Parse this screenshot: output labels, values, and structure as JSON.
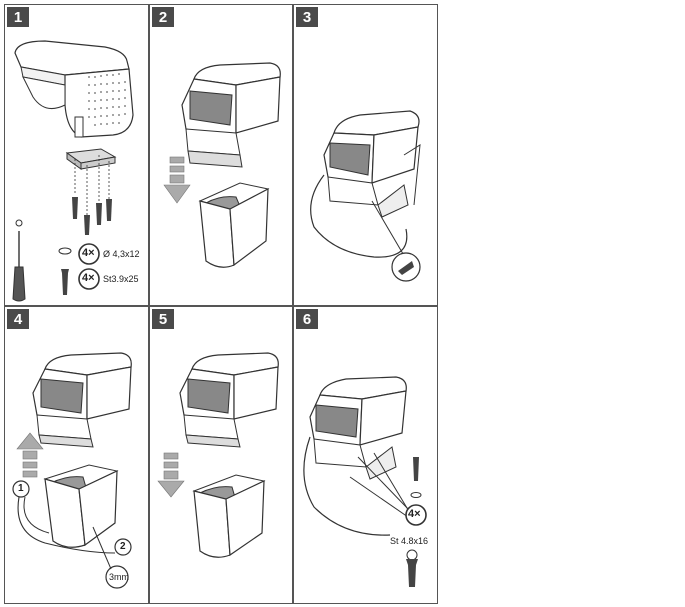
{
  "panels": [
    {
      "number": "1"
    },
    {
      "number": "2"
    },
    {
      "number": "3"
    },
    {
      "number": "4"
    },
    {
      "number": "5"
    },
    {
      "number": "6"
    }
  ],
  "step1": {
    "screw_count_a": "4×",
    "screw_spec_a": "Ø 4,3x12",
    "screw_count_b": "4×",
    "screw_spec_b": "St3.9x25"
  },
  "step4": {
    "callout_1": "1",
    "callout_2": "2",
    "gap_label": "3mm"
  },
  "step6": {
    "screw_count": "4×",
    "screw_spec": "St 4.8x16"
  },
  "colors": {
    "border": "#555555",
    "badge": "#4a4a4a",
    "arrow": "#aaaaaa"
  }
}
